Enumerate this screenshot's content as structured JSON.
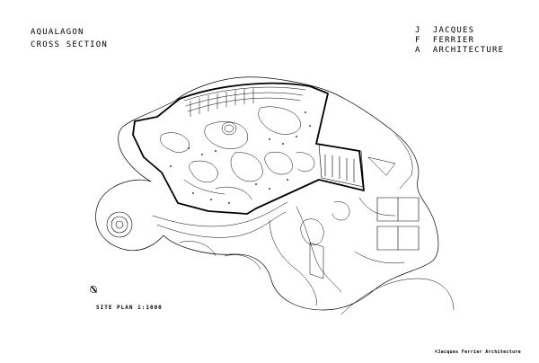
{
  "header": {
    "title_line1": "AQUALAGON",
    "title_line2": "CROSS SECTION"
  },
  "logo": {
    "line1": "J  JACQUES",
    "line2": "F  FERRIER",
    "line3": "A  ARCHITECTURE"
  },
  "scale_label": "SITE PLAN 1:1000",
  "credit": "©Jacques Ferrier Architecture"
}
